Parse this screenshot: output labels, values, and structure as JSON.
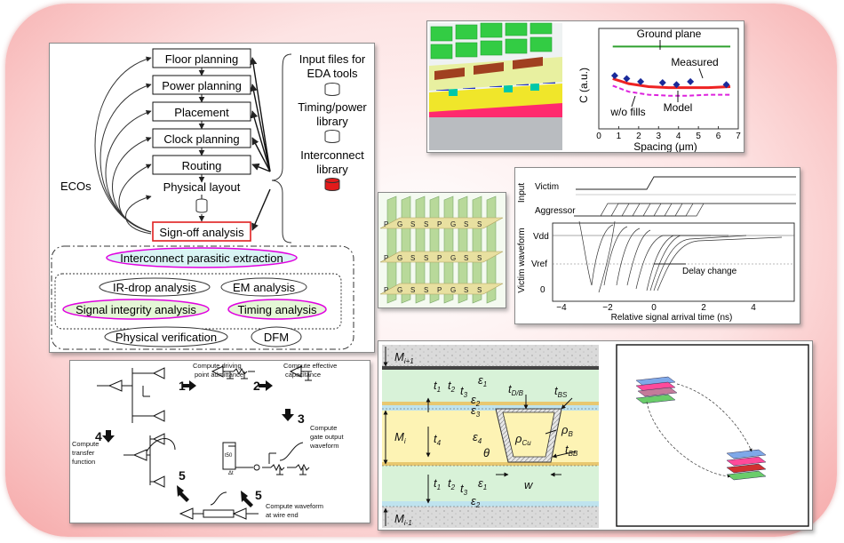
{
  "flow": {
    "stages": [
      "Floor planning",
      "Power planning",
      "Placement",
      "Clock planning",
      "Routing"
    ],
    "physical_layout": "Physical layout",
    "signoff": "Sign-off analysis",
    "ecos": "ECOs",
    "inputs_title": [
      "Input files for",
      "EDA tools"
    ],
    "timing_lib": [
      "Timing/power",
      "library"
    ],
    "interconnect_lib": [
      "Interconnect",
      "library"
    ],
    "analyses": {
      "extraction": "Interconnect parasitic extraction",
      "ir_drop": "IR-drop analysis",
      "em": "EM analysis",
      "signal_integrity": "Signal integrity analysis",
      "timing": "Timing analysis",
      "physical_verification": "Physical verification",
      "dfm": "DFM"
    },
    "colors": {
      "extraction_fill": "#d9f4f4",
      "accent": "#e000e0",
      "signoff_border": "#e02020",
      "signal_fill": "#e4f7d6"
    }
  },
  "capacitance": {
    "labels": {
      "ground_plane": "Ground plane",
      "measured": "Measured",
      "model": "Model",
      "wo_fills": "w/o fills"
    }
  },
  "capacitance_chart": {
    "type": "line",
    "xlabel": "Spacing (μm)",
    "ylabel": "C (a.u.)",
    "xlim": [
      0,
      7
    ],
    "xticks": [
      0,
      1,
      2,
      3,
      4,
      5,
      6,
      7
    ],
    "series": [
      {
        "name": "Ground plane",
        "x": [
          0.7,
          6.6
        ],
        "y": [
          0.82,
          0.82
        ],
        "color": "#2fa02f"
      },
      {
        "name": "Model",
        "x": [
          0.7,
          1.5,
          2.5,
          3.5,
          4.5,
          5.5,
          6.6
        ],
        "y": [
          0.5,
          0.45,
          0.42,
          0.41,
          0.41,
          0.41,
          0.42
        ],
        "color": "#ee2222"
      },
      {
        "name": "w/o fills",
        "x": [
          0.7,
          1.5,
          2.5,
          3.5,
          4.5,
          5.5,
          6.6
        ],
        "y": [
          0.43,
          0.37,
          0.34,
          0.33,
          0.33,
          0.34,
          0.34
        ],
        "color": "#dd22dd"
      },
      {
        "name": "Measured",
        "x": [
          0.8,
          1.4,
          2.1,
          3.2,
          3.9,
          4.6,
          6.4
        ],
        "y": [
          0.53,
          0.5,
          0.47,
          0.46,
          0.44,
          0.47,
          0.44
        ],
        "color": "#1a2a9a"
      }
    ]
  },
  "crosstalk": {
    "input_axis": "Input",
    "victim_axis": "Victim waveform",
    "victim": "Victim",
    "aggressor": "Aggressor",
    "vdd": "Vdd",
    "vref": "Vref",
    "zero": "0",
    "delay_change": "Delay change",
    "xlabel": "Relative signal arrival time (ns)",
    "xticks": [
      "−4",
      "−2",
      "0",
      "2",
      "4"
    ]
  },
  "grid": {
    "pattern": [
      "P",
      "G",
      "S",
      "S",
      "P",
      "G",
      "S",
      "S"
    ]
  },
  "steps": {
    "driving": [
      "Compute driving",
      "point admittance"
    ],
    "effective": [
      "Compute effective",
      "capacitance"
    ],
    "gate_output": [
      "Compute",
      "gate output",
      "waveform"
    ],
    "transfer": [
      "Compute",
      "transfer",
      "function"
    ],
    "wire_end": [
      "Compute waveform",
      "at wire end"
    ],
    "numbers": {
      "n1": "1",
      "n2": "2",
      "n3": "3",
      "n4": "4",
      "n5a": "5",
      "n5b": "5"
    },
    "t50": "t50",
    "delta_t": "Δt"
  },
  "wire": {
    "m_up": "M",
    "m_up_sub": "i+1",
    "m_mid": "M",
    "m_mid_sub": "i",
    "m_low": "M",
    "m_low_sub": "i-1",
    "t": "t",
    "t1": "1",
    "t2": "2",
    "t3": "3",
    "t4": "4",
    "eps": "ε",
    "e1": "1",
    "e2": "2",
    "e3": "3",
    "e4": "4",
    "tdb": "t",
    "tdb_sub": "D/B",
    "tbs": "t",
    "tbs_sub": "BS",
    "tbb": "t",
    "tbb_sub": "BB",
    "rho": "ρ",
    "rho_cu": "Cu",
    "rho_b": "B",
    "theta": "θ",
    "w": "w"
  }
}
